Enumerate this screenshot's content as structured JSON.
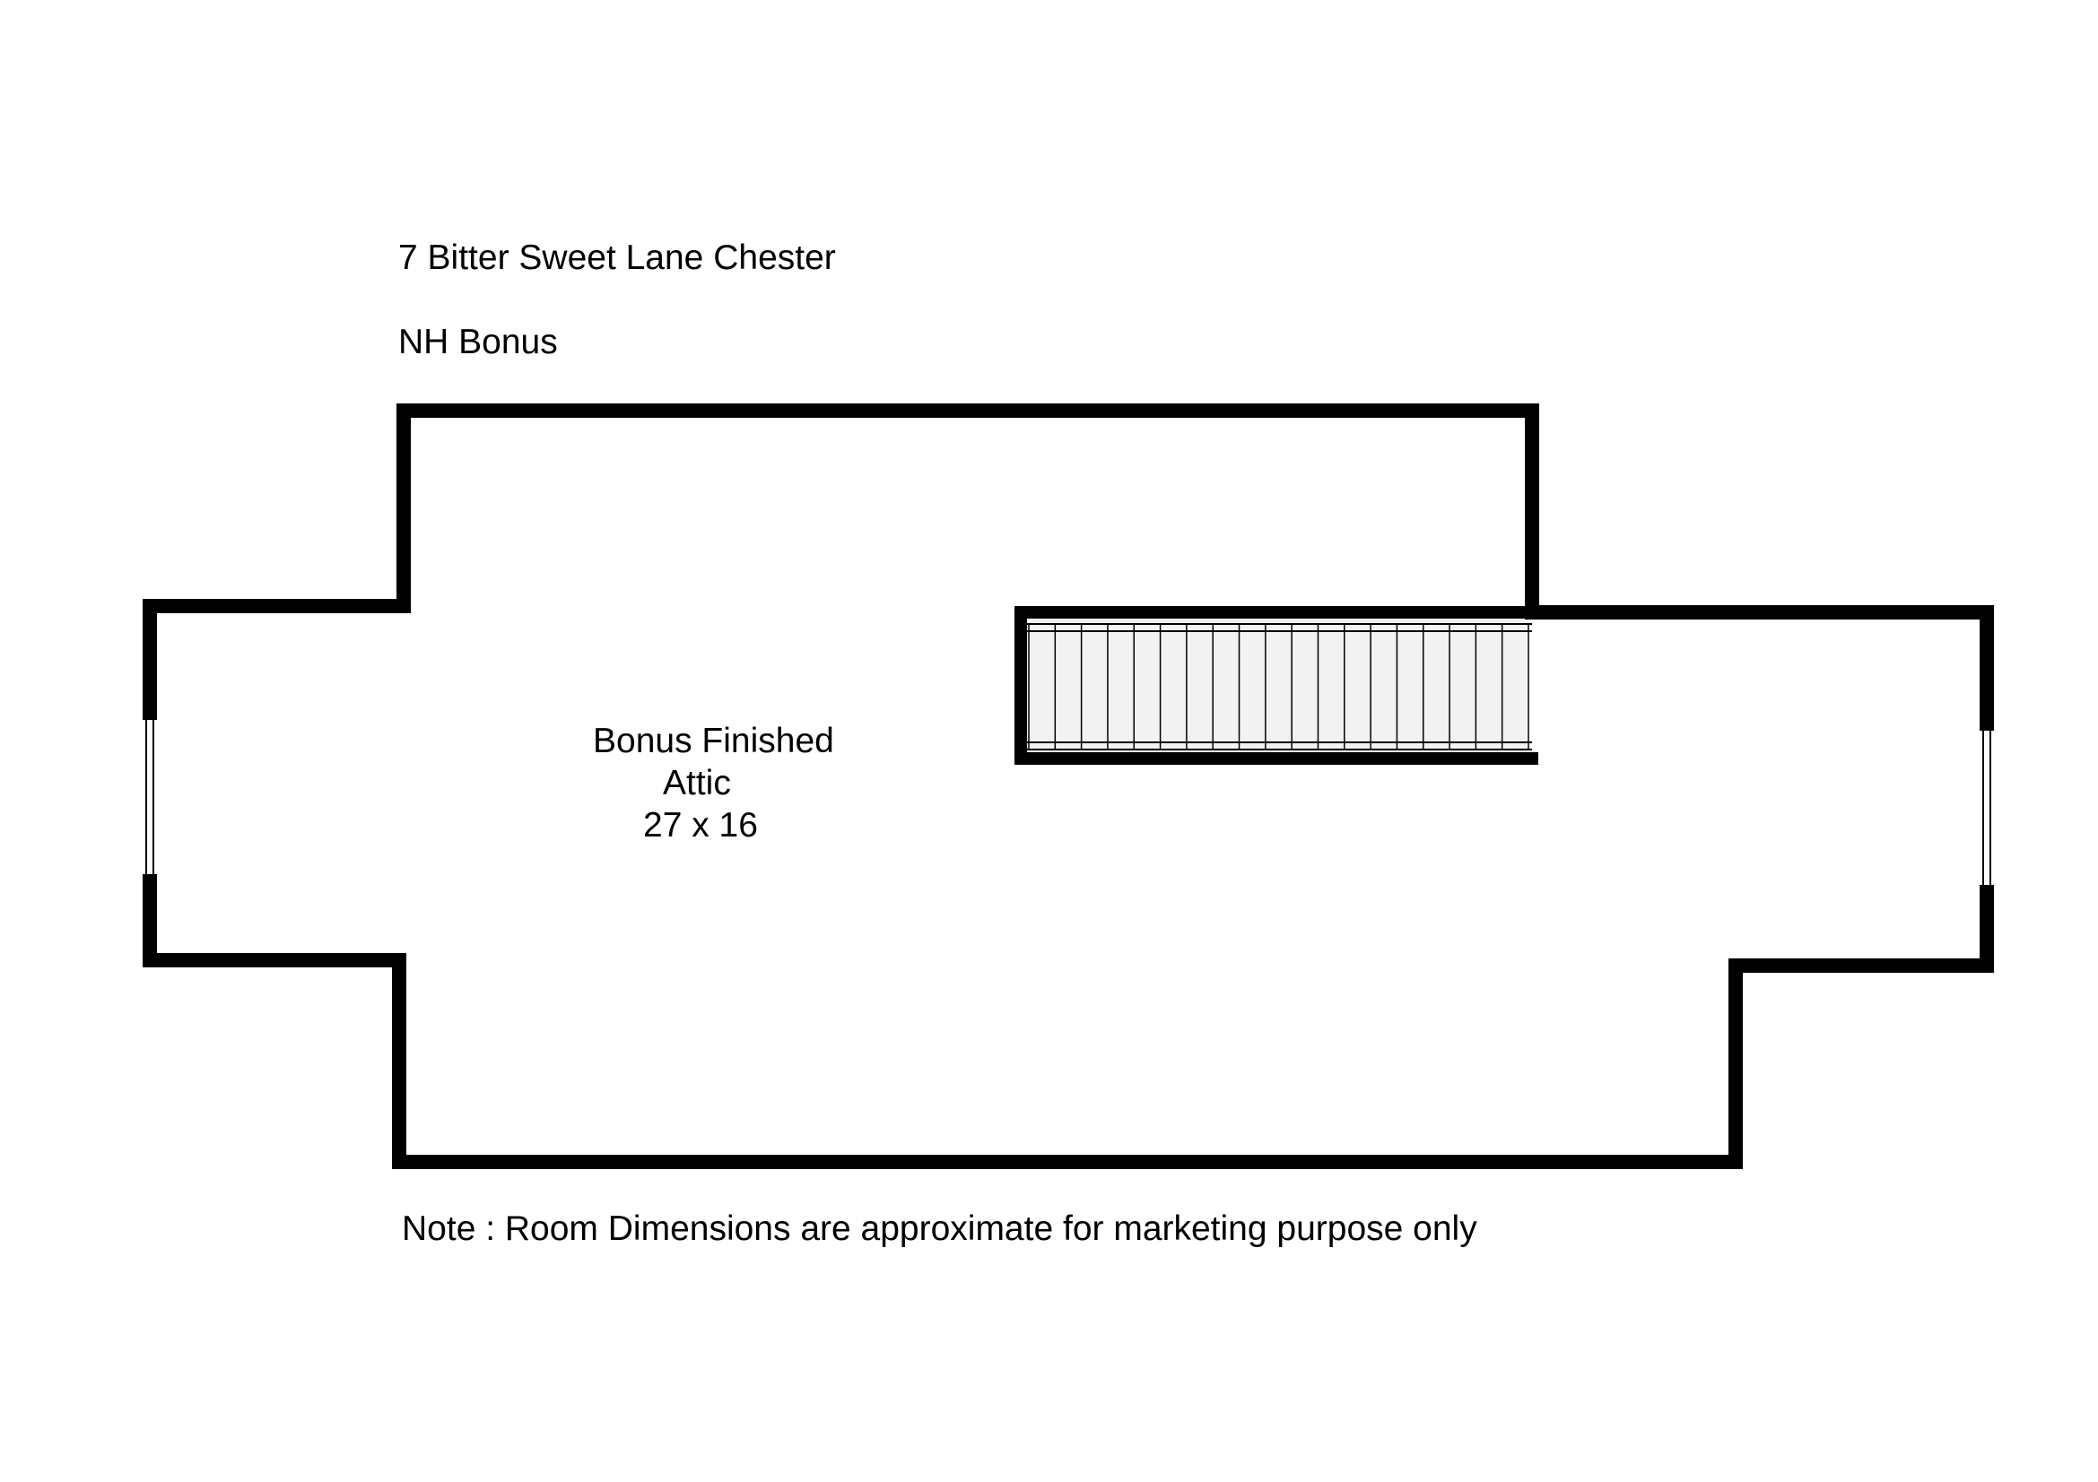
{
  "header": {
    "address": "7 Bitter Sweet Lane Chester",
    "subtitle": "NH Bonus"
  },
  "room": {
    "name_line1": "Bonus Finished",
    "name_line2": "Attic",
    "dimensions": "27 x 16"
  },
  "stairs": {
    "tread_count": 19
  },
  "note": "Note : Room Dimensions are approximate for marketing purpose only",
  "colors": {
    "wall": "#000000",
    "stair_fill": "#f2f2f2",
    "background": "#ffffff"
  }
}
